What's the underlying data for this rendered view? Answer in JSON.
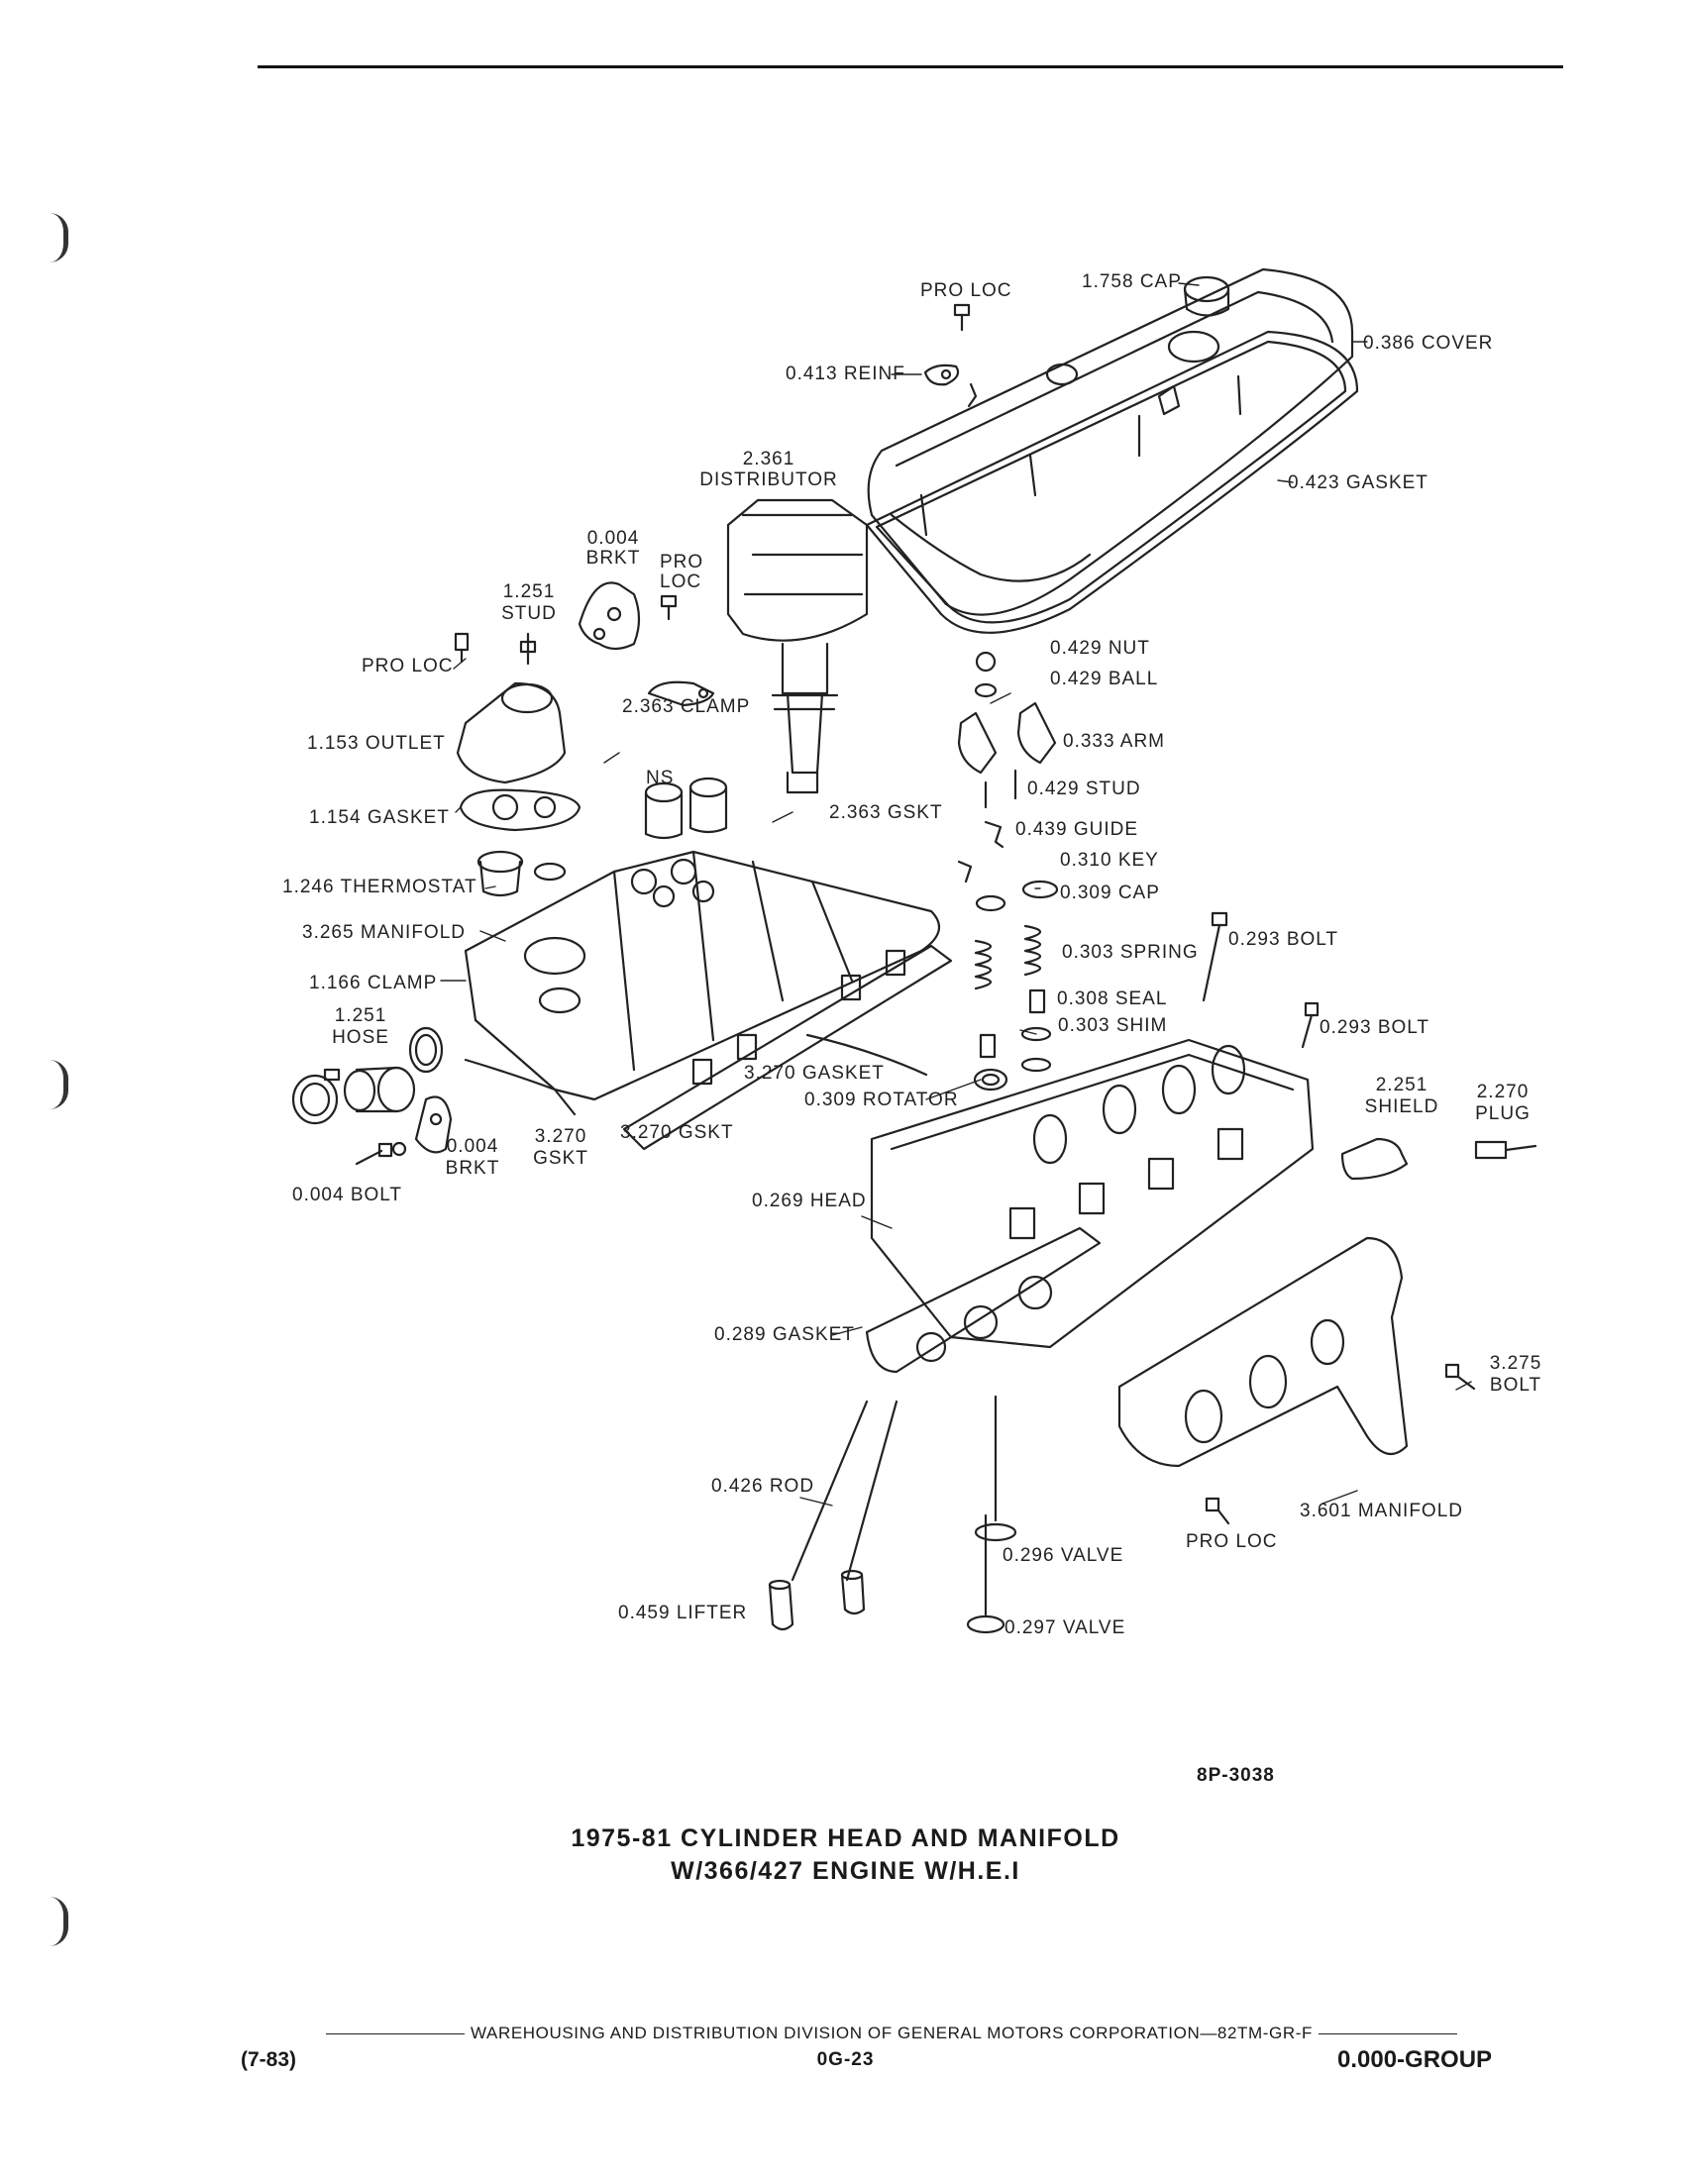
{
  "figure": {
    "code": "8P-3038",
    "title_line1": "1975-81 CYLINDER HEAD AND MANIFOLD",
    "title_line2": "W/366/427 ENGINE W/H.E.I"
  },
  "labels": {
    "pro_loc_top": "PRO LOC",
    "cap_1758": "1.758 CAP",
    "cover_0386": "0.386 COVER",
    "reinf_0413": "0.413 REINF",
    "gasket_0423": "0.423 GASKET",
    "distributor_num": "2.361",
    "distributor_name": "DISTRIBUTOR",
    "brkt_0004_num": "0.004",
    "brkt_0004_name": "BRKT",
    "pro_loc_mid1": "PRO",
    "pro_loc_mid2": "LOC",
    "stud_1251_num": "1.251",
    "stud_1251_name": "STUD",
    "pro_loc_left": "PRO LOC",
    "nut_0429": "0.429 NUT",
    "ball_0429": "0.429 BALL",
    "clamp_2363": "2.363 CLAMP",
    "outlet_1153": "1.153 OUTLET",
    "arm_0333": "0.333 ARM",
    "ns": "NS",
    "stud_0429": "0.429 STUD",
    "gskt_2363": "2.363 GSKT",
    "gasket_1154": "1.154 GASKET",
    "guide_0439": "0.439 GUIDE",
    "key_0310": "0.310 KEY",
    "thermostat_1246": "1.246 THERMOSTAT",
    "cap_0309": "0.309 CAP",
    "manifold_3265": "3.265 MANIFOLD",
    "bolt_0293_a": "0.293  BOLT",
    "spring_0303": "0.303 SPRING",
    "clamp_1166": "1.166 CLAMP",
    "seal_0308": "0.308 SEAL",
    "shim_0303": "0.303 SHIM",
    "hose_1251_num": "1.251",
    "hose_1251_name": "HOSE",
    "bolt_0293_b": "0.293 BOLT",
    "gasket_3270": "3.270 GASKET",
    "rotator_0309": "0.309 ROTATOR",
    "shield_2251_num": "2.251",
    "shield_2251_name": "SHIELD",
    "plug_2270_num": "2.270",
    "plug_2270_name": "PLUG",
    "brkt_0004b_num": "0.004",
    "brkt_0004b_name": "BRKT",
    "gskt_3270a_num": "3.270",
    "gskt_3270a_name": "GSKT",
    "gskt_3270b": "3.270 GSKT",
    "bolt_0004": "0.004 BOLT",
    "head_0269": "0.269 HEAD",
    "gasket_0289": "0.289 GASKET",
    "bolt_3275_num": "3.275",
    "bolt_3275_name": "BOLT",
    "rod_0426": "0.426 ROD",
    "manifold_3601": "3.601 MANIFOLD",
    "pro_loc_bottom": "PRO LOC",
    "valve_0296": "0.296  VALVE",
    "lifter_0459": "0.459 LIFTER",
    "valve_0297": "0.297 VALVE"
  },
  "footer": {
    "division": "WAREHOUSING AND DISTRIBUTION  DIVISION OF GENERAL MOTORS CORPORATION—82TM-GR-F",
    "date": "(7-83)",
    "page": "0G-23",
    "group": "0.000-GROUP"
  }
}
